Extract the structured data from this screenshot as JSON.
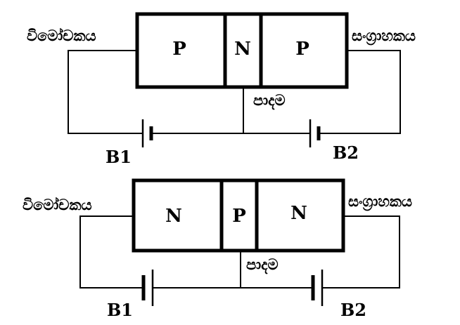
{
  "diagrams": [
    {
      "regions": [
        "P",
        "N",
        "P"
      ],
      "emitter_label": "විමෝචකය",
      "base_label": "පාදම",
      "collector_label": "සංග්‍රාහකය",
      "battery1_label": "B1",
      "battery2_label": "B2"
    },
    {
      "regions": [
        "N",
        "P",
        "N"
      ],
      "emitter_label": "විමෝචකය",
      "base_label": "පාදම",
      "collector_label": "සංග්‍රාහකය",
      "battery1_label": "B1",
      "battery2_label": "B2"
    }
  ],
  "colors": {
    "stroke": "#000000",
    "background": "#ffffff"
  }
}
